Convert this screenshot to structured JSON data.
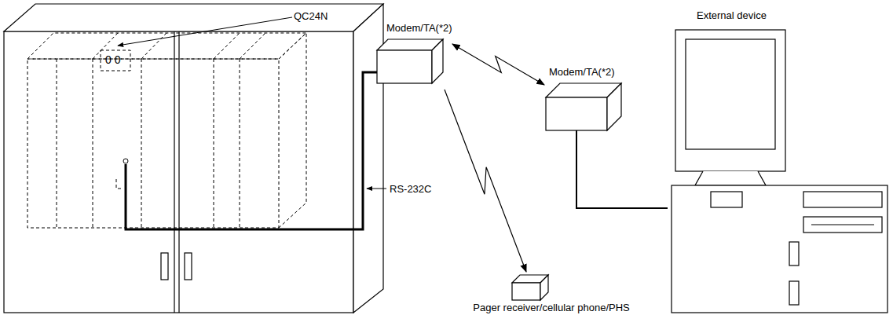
{
  "diagram": {
    "nodes": [
      {
        "text": [
          "Modem/TA(*2)"
        ]
      },
      {
        "text": [
          "Modem/TA(*2)"
        ]
      },
      {
        "text": [
          "External device"
        ]
      },
      {
        "text": [
          "Pager receiver/cellular phone/PHS"
        ]
      }
    ],
    "edges": [
      {
        "from": 0,
        "to": 1,
        "arrow": "both"
      },
      {
        "from": 0,
        "to": 3,
        "arrow": "to"
      },
      {
        "from": 1,
        "to": 2,
        "arrow": "none"
      }
    ],
    "labels": [
      "QC24N",
      "0 0",
      "RS-232C"
    ]
  }
}
